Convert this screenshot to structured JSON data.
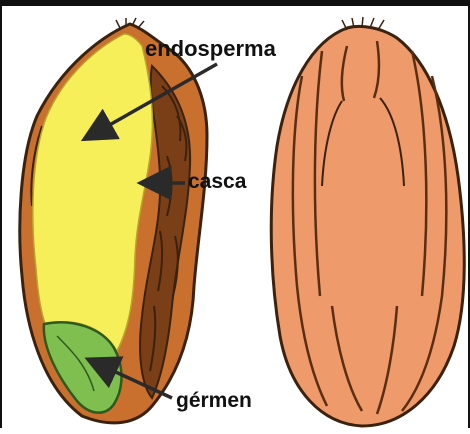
{
  "diagram": {
    "labels": {
      "endosperm": "endosperma",
      "husk": "casca",
      "germ": "gérmen"
    },
    "colors": {
      "endosperm": "#f7ef5a",
      "husk_outer": "#c9702f",
      "husk_dark": "#3b220f",
      "germ": "#7fbf4f",
      "whole_grain": "#ee9a6a",
      "arrow": "#2a2a2a"
    }
  }
}
